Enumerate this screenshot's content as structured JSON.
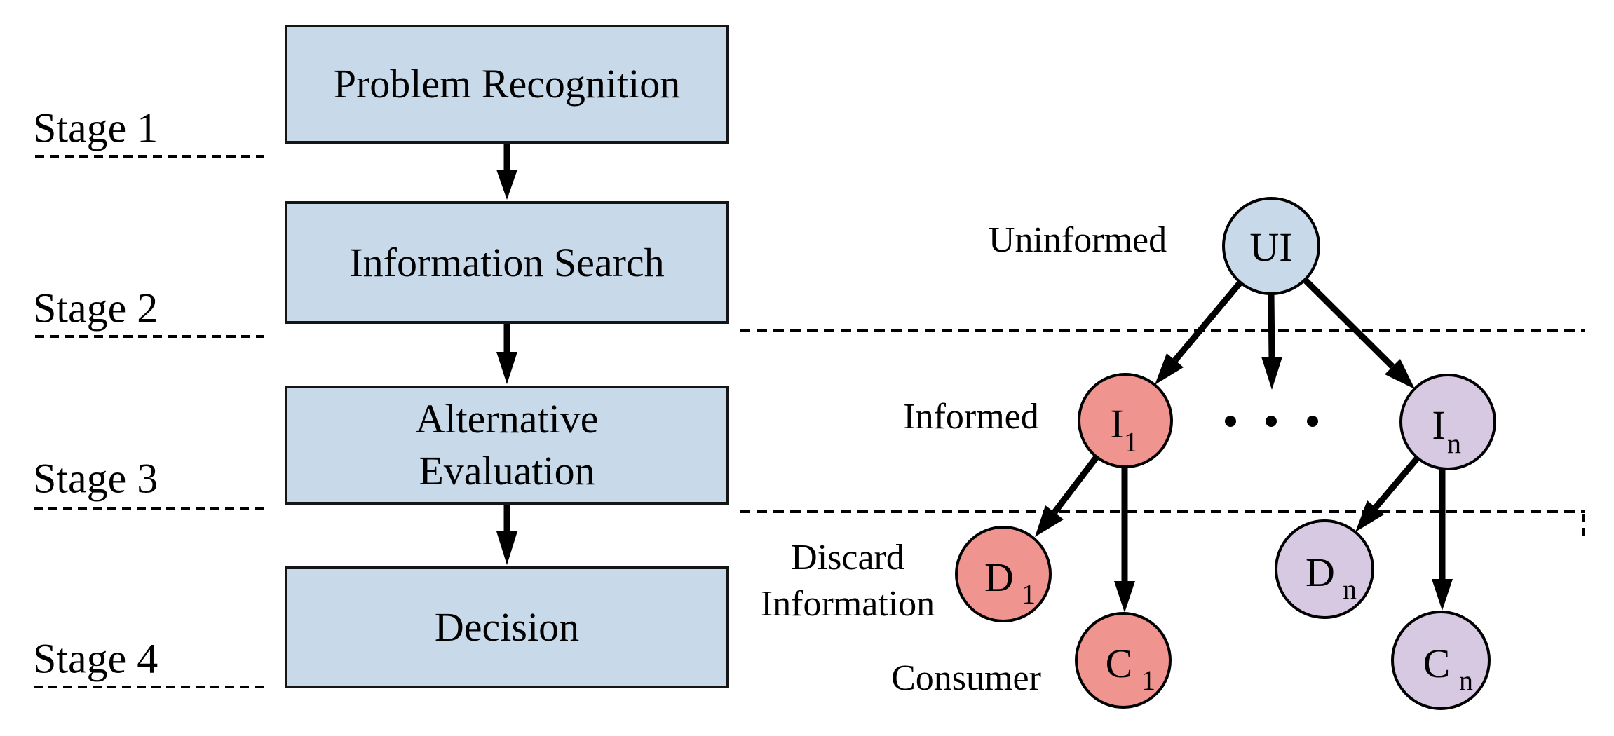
{
  "figure": {
    "description": "Four-stage consumer decision process flowchart aligned with an information diffusion tree"
  },
  "colors": {
    "box_fill": "#C8D9E9",
    "node_blue": "#C8D9E9",
    "node_salmon": "#F0948F",
    "node_lavender": "#D8C9E2",
    "line": "#000000"
  },
  "stages": {
    "s1": "Stage 1",
    "s2": "Stage 2",
    "s3": "Stage 3",
    "s4": "Stage 4"
  },
  "flowchart": {
    "boxes": [
      {
        "lines": [
          "Problem Recognition",
          ""
        ]
      },
      {
        "lines": [
          "Information Search",
          ""
        ]
      },
      {
        "lines": [
          "Alternative",
          "Evaluation"
        ]
      },
      {
        "lines": [
          "Decision",
          ""
        ]
      }
    ]
  },
  "tree": {
    "row_labels": {
      "uninformed": "Uninformed",
      "informed": "Informed",
      "discard": [
        "Discard",
        "Information"
      ],
      "consumer": "Consumer"
    },
    "nodes": {
      "ui": {
        "main": "UI",
        "sub": ""
      },
      "i1": {
        "main": "I",
        "sub": "1"
      },
      "in": {
        "main": "I",
        "sub": "n"
      },
      "d1": {
        "main": "D",
        "sub": "1"
      },
      "c1": {
        "main": "C",
        "sub": "1"
      },
      "dn": {
        "main": "D",
        "sub": "n"
      },
      "cn": {
        "main": "C",
        "sub": "n"
      }
    },
    "ellipsis_dot_count": 3
  }
}
